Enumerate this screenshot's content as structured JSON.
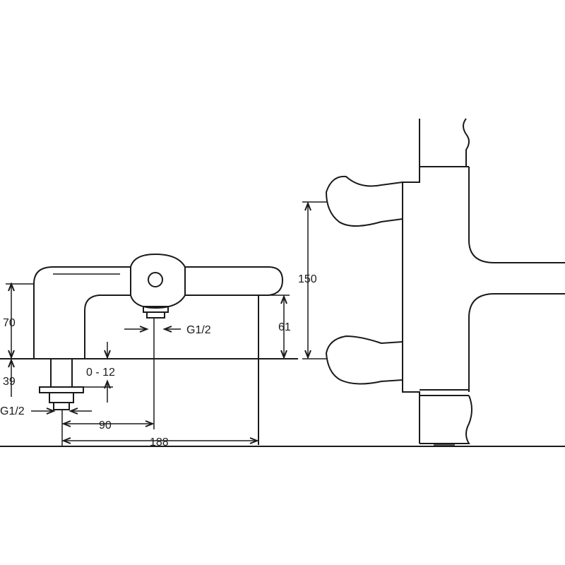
{
  "dimensions": {
    "height_total": "70",
    "depth_below": "39",
    "connection_left": "G1/2",
    "adjust_range": "0 - 12",
    "outlet_thread": "G1/2",
    "outlet_height": "61",
    "center_offset": "90",
    "overall_length": "188",
    "handle_spacing": "150"
  }
}
